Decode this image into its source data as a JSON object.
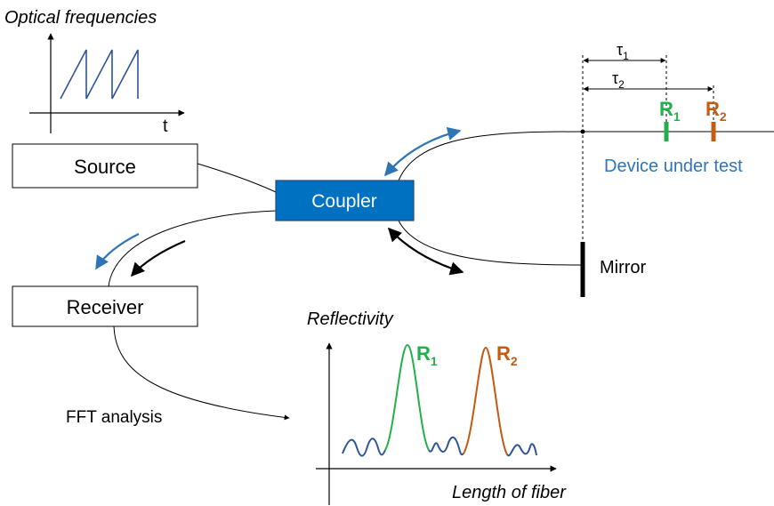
{
  "source_plot": {
    "title": "Optical frequencies",
    "axis_label": "t"
  },
  "blocks": {
    "source": "Source",
    "coupler": "Coupler",
    "receiver": "Receiver"
  },
  "labels": {
    "mirror": "Mirror",
    "device_under_test": "Device under test",
    "fft_analysis": "FFT analysis",
    "tau1": "τ",
    "tau1_sub": "1",
    "tau2": "τ",
    "tau2_sub": "2",
    "r1": "R",
    "r1_sub": "1",
    "r2": "R",
    "r2_sub": "2"
  },
  "reflectivity_plot": {
    "ylabel": "Reflectivity",
    "xlabel": "Length of fiber",
    "peak1": "R",
    "peak1_sub": "1",
    "peak2": "R",
    "peak2_sub": "2"
  },
  "colors": {
    "blue": "#2e75b6",
    "green": "#21b04b",
    "orange": "#c55a11",
    "navy": "#2f5597",
    "coupler_fill": "#0070c0",
    "coupler_border": "#1f4e79"
  }
}
